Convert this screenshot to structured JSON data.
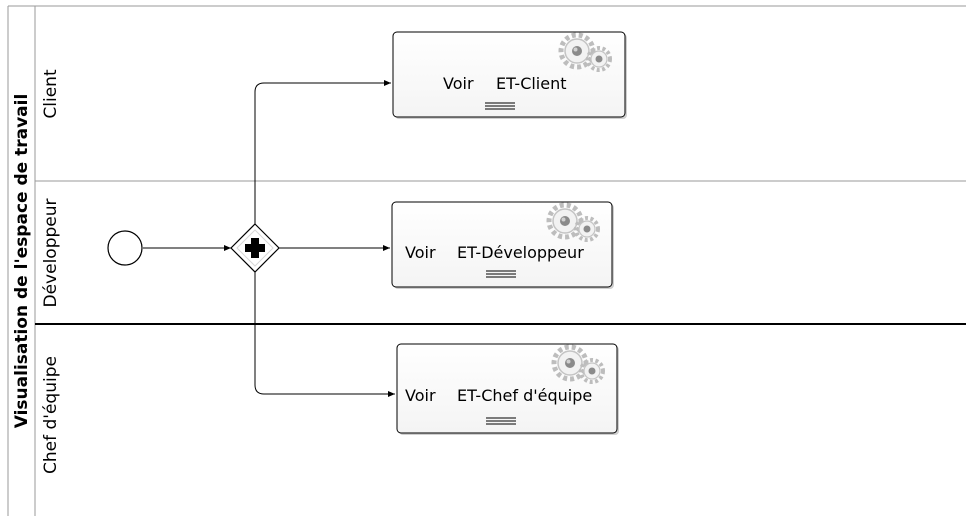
{
  "pool": {
    "name": "Visualisation de l'espace de travail"
  },
  "lanes": [
    {
      "name": "Client"
    },
    {
      "name": "Développeur"
    },
    {
      "name": "Chef d'équipe"
    }
  ],
  "start_event": {
    "icon": "circle-icon"
  },
  "gateway": {
    "type": "parallel",
    "icon": "plus-icon"
  },
  "tasks": [
    {
      "verb": "Voir",
      "object": "ET-Client",
      "type": "service",
      "icon": "gears-icon",
      "marker": "multi-instance-icon"
    },
    {
      "verb": "Voir",
      "object": "ET-Développeur",
      "type": "service",
      "icon": "gears-icon",
      "marker": "multi-instance-icon"
    },
    {
      "verb": "Voir",
      "object": "ET-Chef d'équipe",
      "type": "service",
      "icon": "gears-icon",
      "marker": "multi-instance-icon"
    }
  ]
}
